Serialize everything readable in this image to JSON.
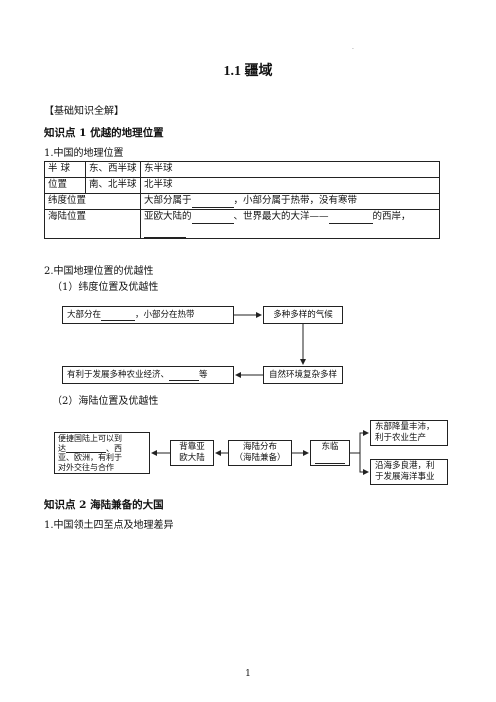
{
  "header_dot": ".",
  "title": "1.1 疆域",
  "section": "【基础知识全解】",
  "kp1": {
    "title": "知识点 1 优越的地理位置",
    "sub1": "1.中国的地理位置",
    "table": {
      "hemi_label_1": "半 球",
      "hemi_label_2": "位置",
      "row1_type": "东、西半球",
      "row1_value": "东半球",
      "row2_type": "南、北半球",
      "row2_value": "北半球",
      "lat_label": "纬度位置",
      "lat_a": "大部分属于",
      "lat_b": "，小部分属于热带，没有寒带",
      "sea_label": "海陆位置",
      "sea_a": "亚欧大陆的",
      "sea_b": "、世界最大的大洋——",
      "sea_c": "的西岸，"
    },
    "sub2": "2.中国地理位置的优越性",
    "sub2a": "（1）纬度位置及优越性",
    "flow1": {
      "box1_a": "大部分在",
      "box1_b": "，小部分在热带",
      "box2": "多种多样的气候",
      "box3": "自然环境复杂多样",
      "box4_a": "有利于发展多种农业经济、",
      "box4_b": "等"
    },
    "sub2b": "（2）海陆位置及优越性",
    "flow2": {
      "left_1": "便捷国陆上可以到",
      "left_2": "达",
      "left_3": "、西",
      "left_4": "亚、欧洲，有利于",
      "left_5": "对外交往与合作",
      "box_b_1": "背靠亚",
      "box_b_2": "欧大陆",
      "box_c_1": "海陆分布",
      "box_c_2": "（海陆兼备）",
      "box_d": "东临",
      "right_top_1": "东部降量丰沛，",
      "right_top_2": "利于农业生产",
      "right_bot_1": "沿海多良港，利",
      "right_bot_2": "于发展海洋事业"
    }
  },
  "kp2": {
    "title": "知识点 2 海陆兼备的大国",
    "sub1": "1.中国领土四至点及地理差异"
  },
  "page_number": "1"
}
